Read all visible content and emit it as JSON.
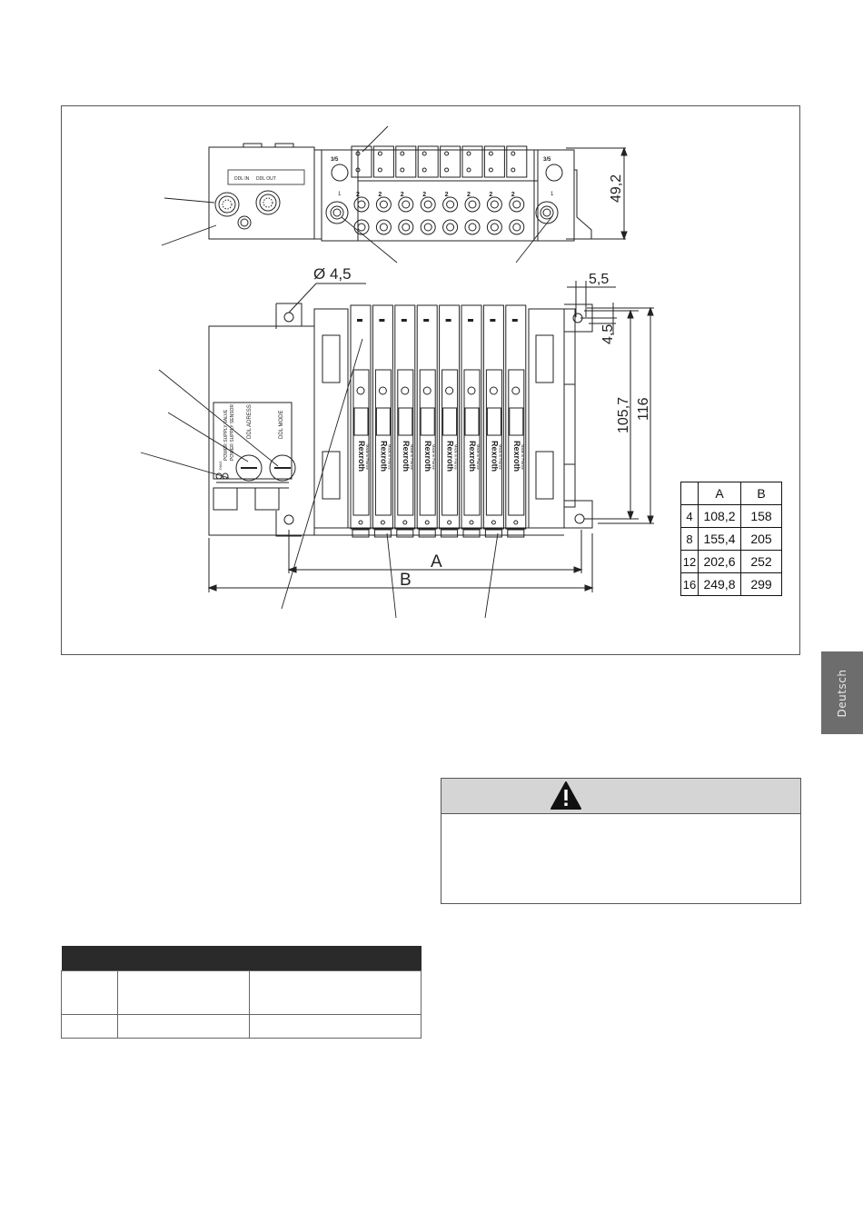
{
  "figure": {
    "top_view": {
      "module_labels": [
        "2",
        "2",
        "2",
        "2",
        "2",
        "2",
        "2",
        "2"
      ],
      "port_label_left": "3/5",
      "port_label_right": "3/5",
      "port_number_left": "1",
      "port_number_right": "1",
      "connector_labels": [
        "DDL IN",
        "DDL OUT"
      ]
    },
    "front_view": {
      "brand": "Rexroth",
      "made_in": "Made in France",
      "label_panel": [
        "DDL ADRESS",
        "DDL MODE"
      ],
      "led_labels": [
        "POWER SUPPLY VALVE",
        "POWER SUPPLY SENSOR",
        "DIAG"
      ]
    },
    "dimensions": {
      "hole_diameter": "Ø 4,5",
      "height_top": "49,2",
      "width_slot": "5,5",
      "offset": "4,5",
      "height_inner": "105,7",
      "height_outer": "116",
      "label_a": "A",
      "label_b": "B"
    },
    "dim_table": {
      "headers": [
        "",
        "A",
        "B"
      ],
      "rows": [
        [
          "4",
          "108,2",
          "158"
        ],
        [
          "8",
          "155,4",
          "205"
        ],
        [
          "12",
          "202,6",
          "252"
        ],
        [
          "16",
          "249,8",
          "299"
        ]
      ]
    }
  },
  "side_tab": {
    "label": "Deutsch"
  },
  "warning": {
    "icon": "warning-triangle-icon"
  }
}
